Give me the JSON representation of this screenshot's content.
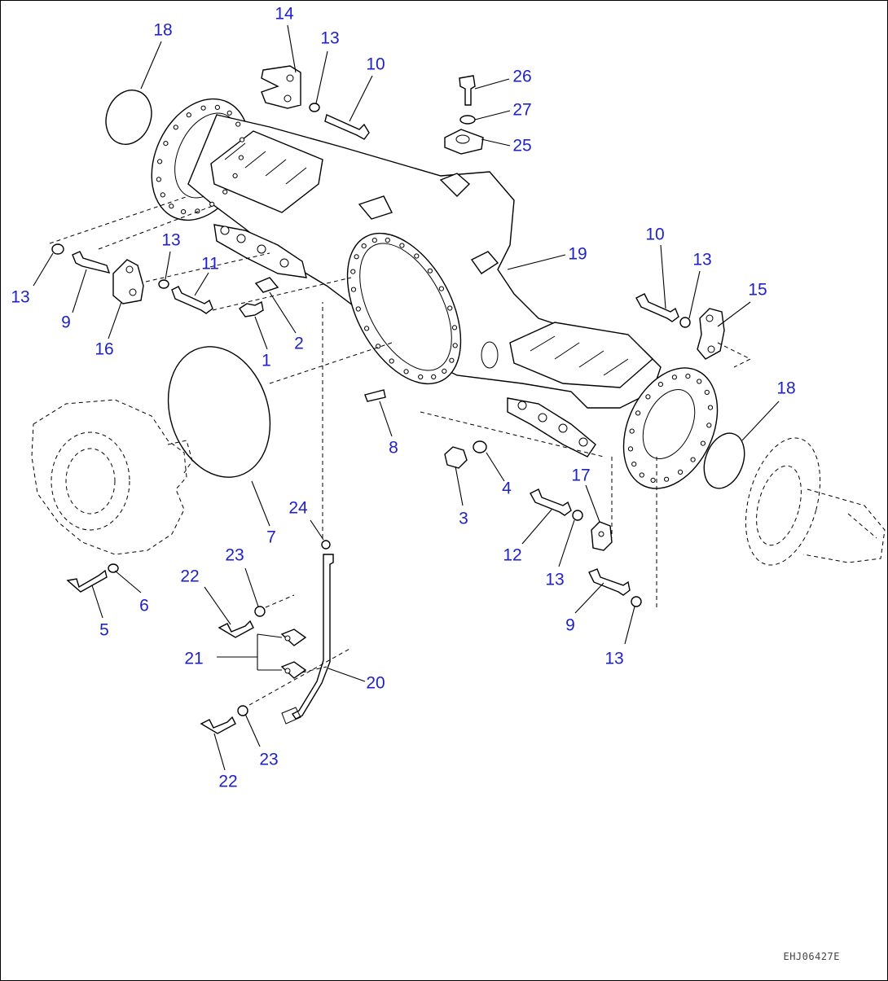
{
  "callouts": [
    {
      "id": "c-18a",
      "text": "18"
    },
    {
      "id": "c-14",
      "text": "14"
    },
    {
      "id": "c-13a",
      "text": "13"
    },
    {
      "id": "c-10a",
      "text": "10"
    },
    {
      "id": "c-26",
      "text": "26"
    },
    {
      "id": "c-27",
      "text": "27"
    },
    {
      "id": "c-25",
      "text": "25"
    },
    {
      "id": "c-19",
      "text": "19"
    },
    {
      "id": "c-10b",
      "text": "10"
    },
    {
      "id": "c-13b",
      "text": "13"
    },
    {
      "id": "c-15",
      "text": "15"
    },
    {
      "id": "c-18b",
      "text": "18"
    },
    {
      "id": "c-13c",
      "text": "13"
    },
    {
      "id": "c-9a",
      "text": "9"
    },
    {
      "id": "c-16",
      "text": "16"
    },
    {
      "id": "c-13d",
      "text": "13"
    },
    {
      "id": "c-11",
      "text": "11"
    },
    {
      "id": "c-2",
      "text": "2"
    },
    {
      "id": "c-1",
      "text": "1"
    },
    {
      "id": "c-8",
      "text": "8"
    },
    {
      "id": "c-3",
      "text": "3"
    },
    {
      "id": "c-4",
      "text": "4"
    },
    {
      "id": "c-17",
      "text": "17"
    },
    {
      "id": "c-12",
      "text": "12"
    },
    {
      "id": "c-13e",
      "text": "13"
    },
    {
      "id": "c-9b",
      "text": "9"
    },
    {
      "id": "c-13f",
      "text": "13"
    },
    {
      "id": "c-7",
      "text": "7"
    },
    {
      "id": "c-24",
      "text": "24"
    },
    {
      "id": "c-23a",
      "text": "23"
    },
    {
      "id": "c-22a",
      "text": "22"
    },
    {
      "id": "c-5",
      "text": "5"
    },
    {
      "id": "c-6",
      "text": "6"
    },
    {
      "id": "c-21",
      "text": "21"
    },
    {
      "id": "c-20",
      "text": "20"
    },
    {
      "id": "c-23b",
      "text": "23"
    },
    {
      "id": "c-22b",
      "text": "22"
    }
  ],
  "drawing_code": "EHJ06427E"
}
